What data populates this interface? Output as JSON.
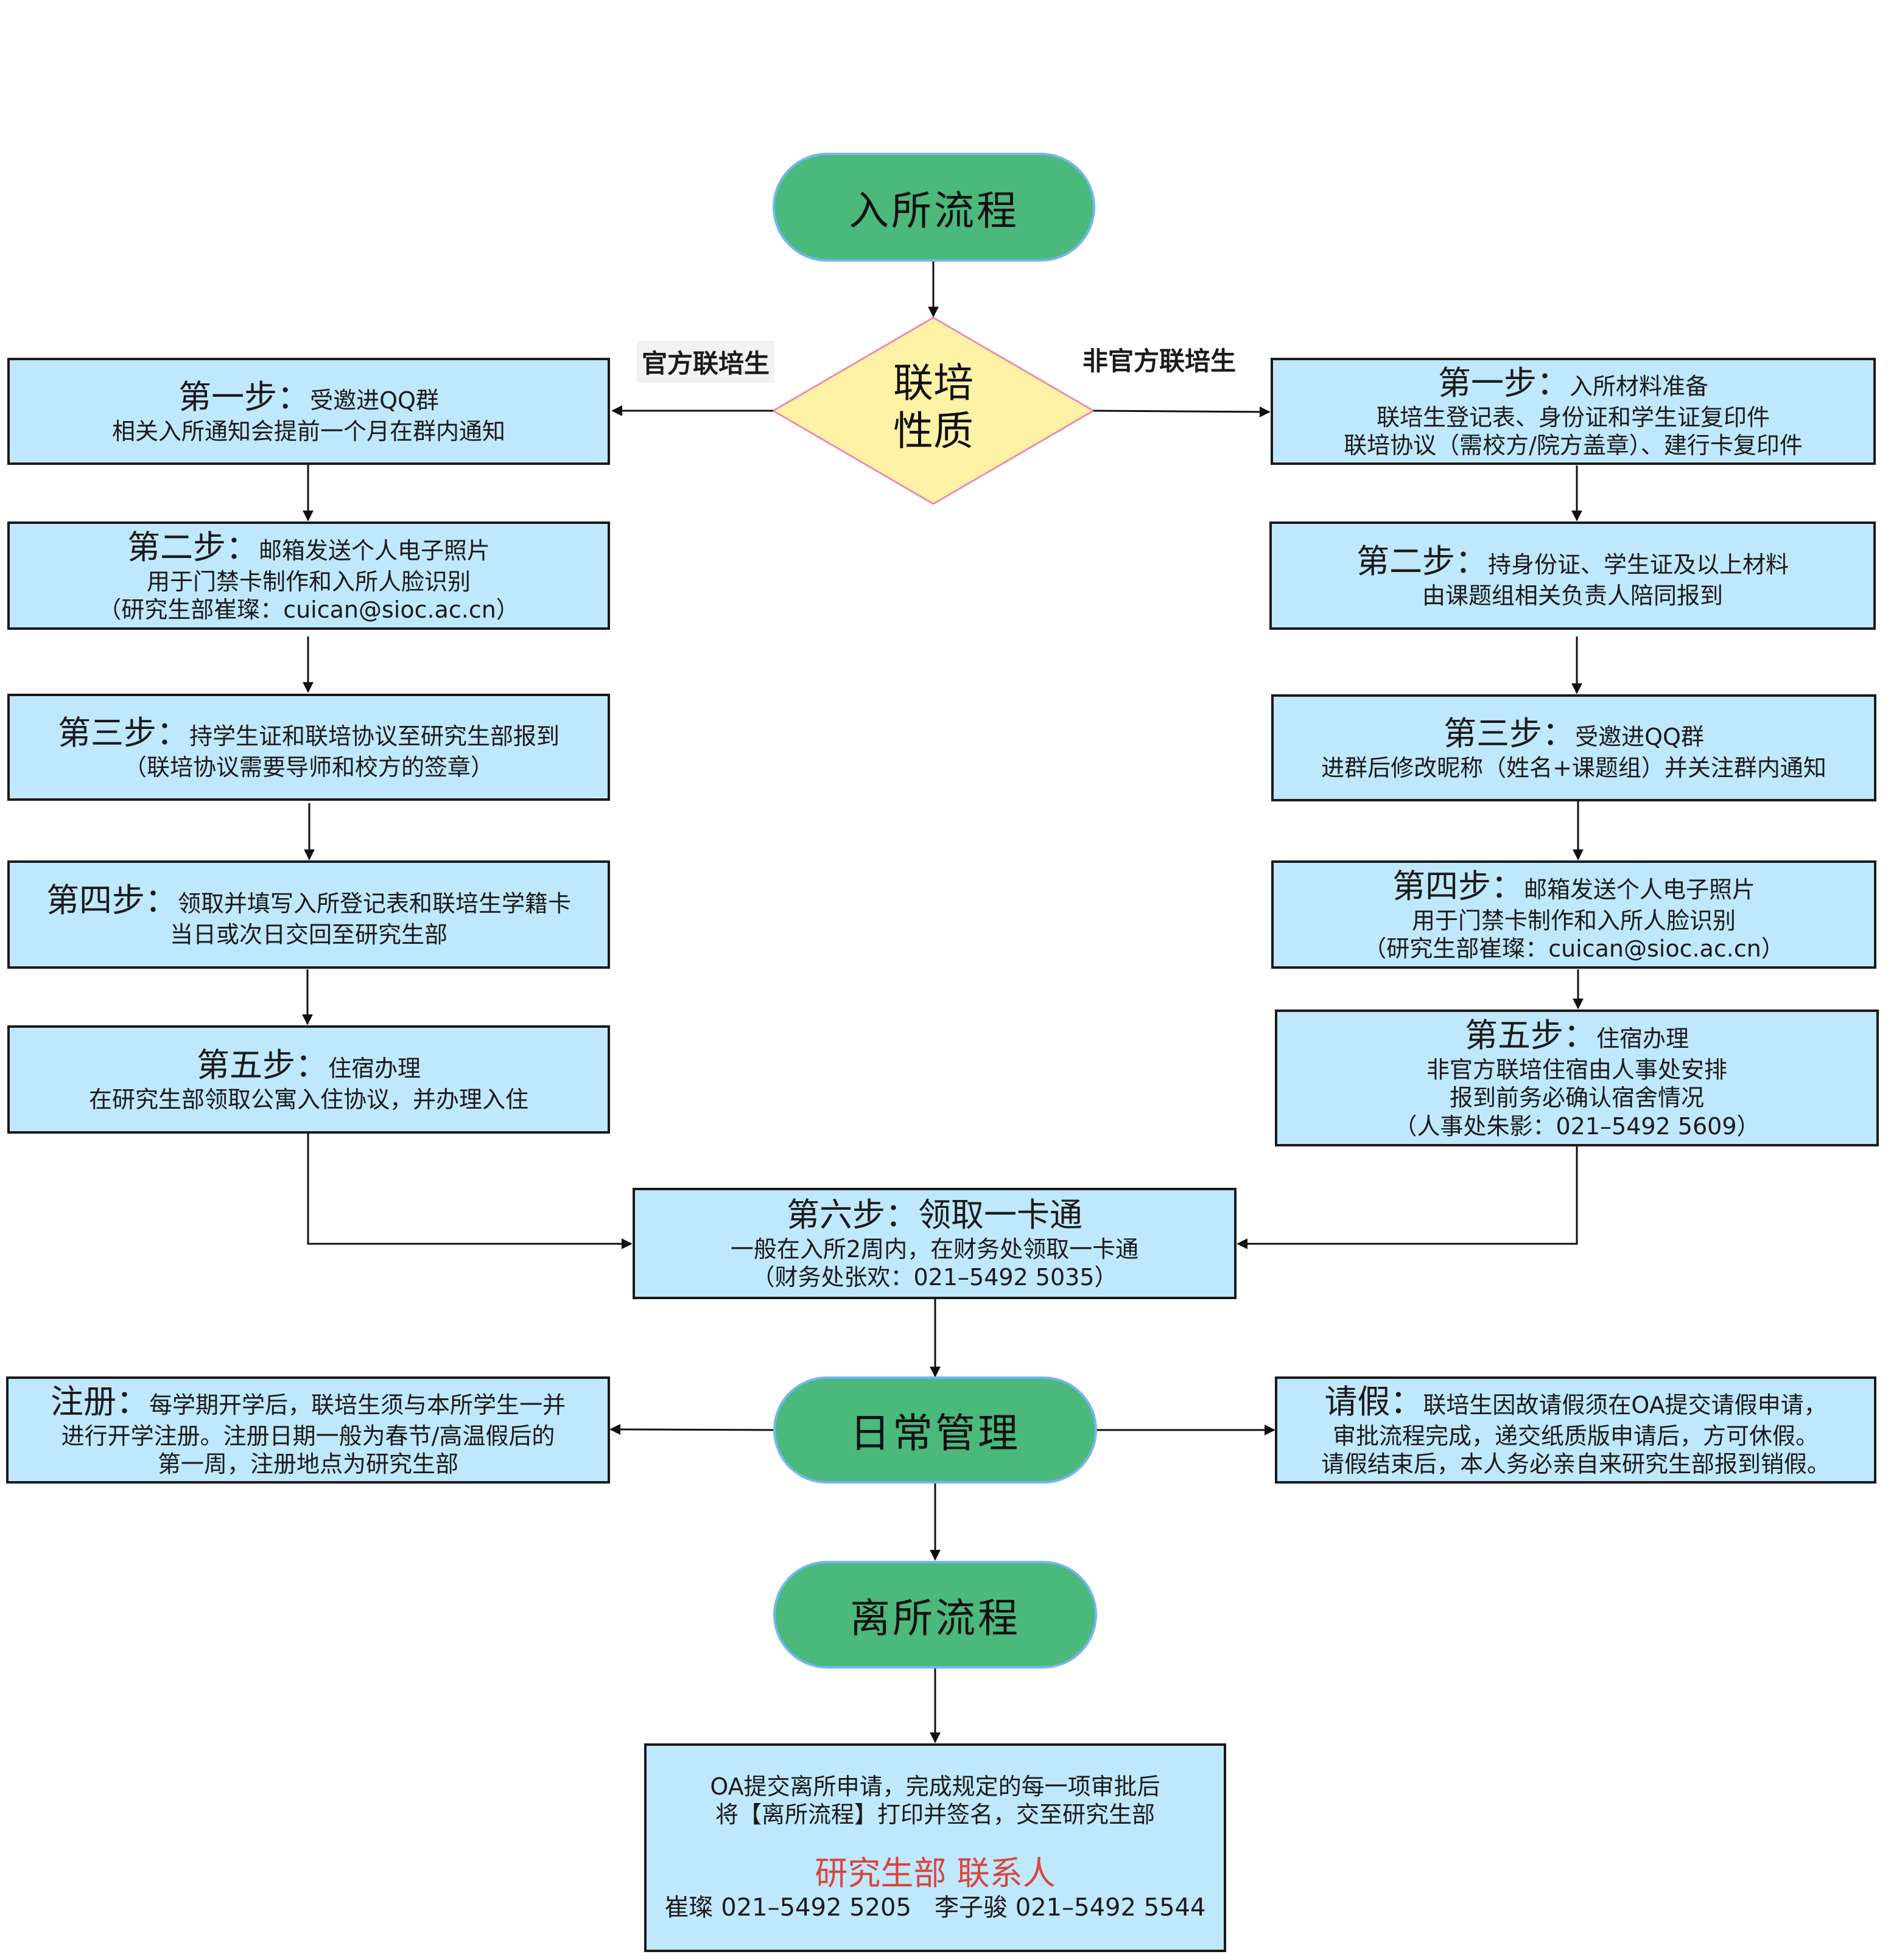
{
  "start": {
    "label": "入所流程"
  },
  "decision": {
    "line1": "联培",
    "line2": "性质"
  },
  "branches": {
    "official": "官方联培生",
    "unofficial": "非官方联培生"
  },
  "official_steps": [
    {
      "step": "第一步：",
      "title": "受邀进QQ群",
      "lines": [
        "相关入所通知会提前一个月在群内通知"
      ]
    },
    {
      "step": "第二步：",
      "title": "邮箱发送个人电子照片",
      "lines": [
        "用于门禁卡制作和入所人脸识别",
        "（研究生部崔璨：cuican@sioc.ac.cn）"
      ]
    },
    {
      "step": "第三步：",
      "title": "持学生证和联培协议至研究生部报到",
      "lines": [
        "（联培协议需要导师和校方的签章）"
      ]
    },
    {
      "step": "第四步：",
      "title": "领取并填写入所登记表和联培生学籍卡",
      "lines": [
        "当日或次日交回至研究生部"
      ]
    },
    {
      "step": "第五步：",
      "title": "住宿办理",
      "lines": [
        "在研究生部领取公寓入住协议，并办理入住"
      ]
    }
  ],
  "unofficial_steps": [
    {
      "step": "第一步：",
      "title": "入所材料准备",
      "lines": [
        "联培生登记表、身份证和学生证复印件",
        "联培协议（需校方/院方盖章）、建行卡复印件"
      ]
    },
    {
      "step": "第二步：",
      "title": "持身份证、学生证及以上材料",
      "lines": [
        "由课题组相关负责人陪同报到"
      ]
    },
    {
      "step": "第三步：",
      "title": "受邀进QQ群",
      "lines": [
        "进群后修改昵称（姓名+课题组）并关注群内通知"
      ]
    },
    {
      "step": "第四步：",
      "title": "邮箱发送个人电子照片",
      "lines": [
        "用于门禁卡制作和入所人脸识别",
        "（研究生部崔璨：cuican@sioc.ac.cn）"
      ]
    },
    {
      "step": "第五步：",
      "title": "住宿办理",
      "lines": [
        "非官方联培住宿由人事处安排",
        "报到前务必确认宿舍情况",
        "（人事处朱影：021–5492 5609）"
      ]
    }
  ],
  "step6": {
    "step": "第六步：",
    "title": "领取一卡通",
    "lines": [
      "一般在入所2周内，在财务处领取一卡通",
      "（财务处张欢：021–5492 5035）"
    ]
  },
  "daily": {
    "label": "日常管理"
  },
  "register": {
    "step": "注册：",
    "title": "每学期开学后，联培生须与本所学生一并",
    "lines": [
      "进行开学注册。注册日期一般为春节/高温假后的",
      "第一周，注册地点为研究生部"
    ]
  },
  "leave": {
    "step": "请假：",
    "title": "联培生因故请假须在OA提交请假申请，",
    "lines": [
      "审批流程完成，递交纸质版申请后，方可休假。",
      "请假结束后，本人务必亲自来研究生部报到销假。"
    ]
  },
  "exit": {
    "label": "离所流程"
  },
  "exit_box": {
    "lines": [
      "OA提交离所申请，完成规定的每一项审批后",
      "将【离所流程】打印并签名，交至研究生部"
    ],
    "contact_title": "研究生部 联系人",
    "contact_line": "崔璨 021–5492 5205   李子骏 021–5492 5544"
  },
  "colors": {
    "terminal_fill": "#4bb87c",
    "terminal_border": "#74b6f0",
    "decision_fill": "#fdf2a5",
    "decision_border": "#f08cb0",
    "box_fill": "#c0e8fc",
    "contact_title": "#d9453f"
  }
}
